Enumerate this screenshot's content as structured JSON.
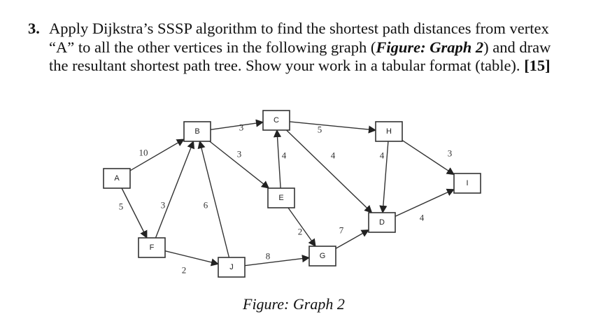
{
  "question": {
    "number": "3.",
    "text_1": "Apply Dijkstra’s SSSP algorithm to find the shortest path distances from vertex “A” to all the other vertices in the following graph (",
    "figure_ref": "Figure: Graph 2",
    "text_2": ") and draw the resultant shortest path tree. Show your work in a tabular format (table). ",
    "marks": "[15]"
  },
  "figure": {
    "caption": "Figure: Graph 2",
    "source_vertex": "A",
    "nodes": [
      "A",
      "B",
      "C",
      "D",
      "E",
      "F",
      "G",
      "H",
      "I",
      "J"
    ],
    "edges": [
      {
        "from": "A",
        "to": "B",
        "weight": "10"
      },
      {
        "from": "A",
        "to": "F",
        "weight": "5"
      },
      {
        "from": "B",
        "to": "C",
        "weight": "3"
      },
      {
        "from": "B",
        "to": "E",
        "weight": "3"
      },
      {
        "from": "F",
        "to": "B",
        "weight": "3"
      },
      {
        "from": "J",
        "to": "B",
        "weight": "6"
      },
      {
        "from": "F",
        "to": "J",
        "weight": "2"
      },
      {
        "from": "J",
        "to": "G",
        "weight": "8"
      },
      {
        "from": "E",
        "to": "C",
        "weight": "4"
      },
      {
        "from": "E",
        "to": "G",
        "weight": "2"
      },
      {
        "from": "C",
        "to": "H",
        "weight": "5"
      },
      {
        "from": "C",
        "to": "D",
        "weight": "4"
      },
      {
        "from": "H",
        "to": "D",
        "weight": "4"
      },
      {
        "from": "H",
        "to": "I",
        "weight": "3"
      },
      {
        "from": "G",
        "to": "D",
        "weight": "7"
      },
      {
        "from": "D",
        "to": "I",
        "weight": "4"
      }
    ]
  }
}
